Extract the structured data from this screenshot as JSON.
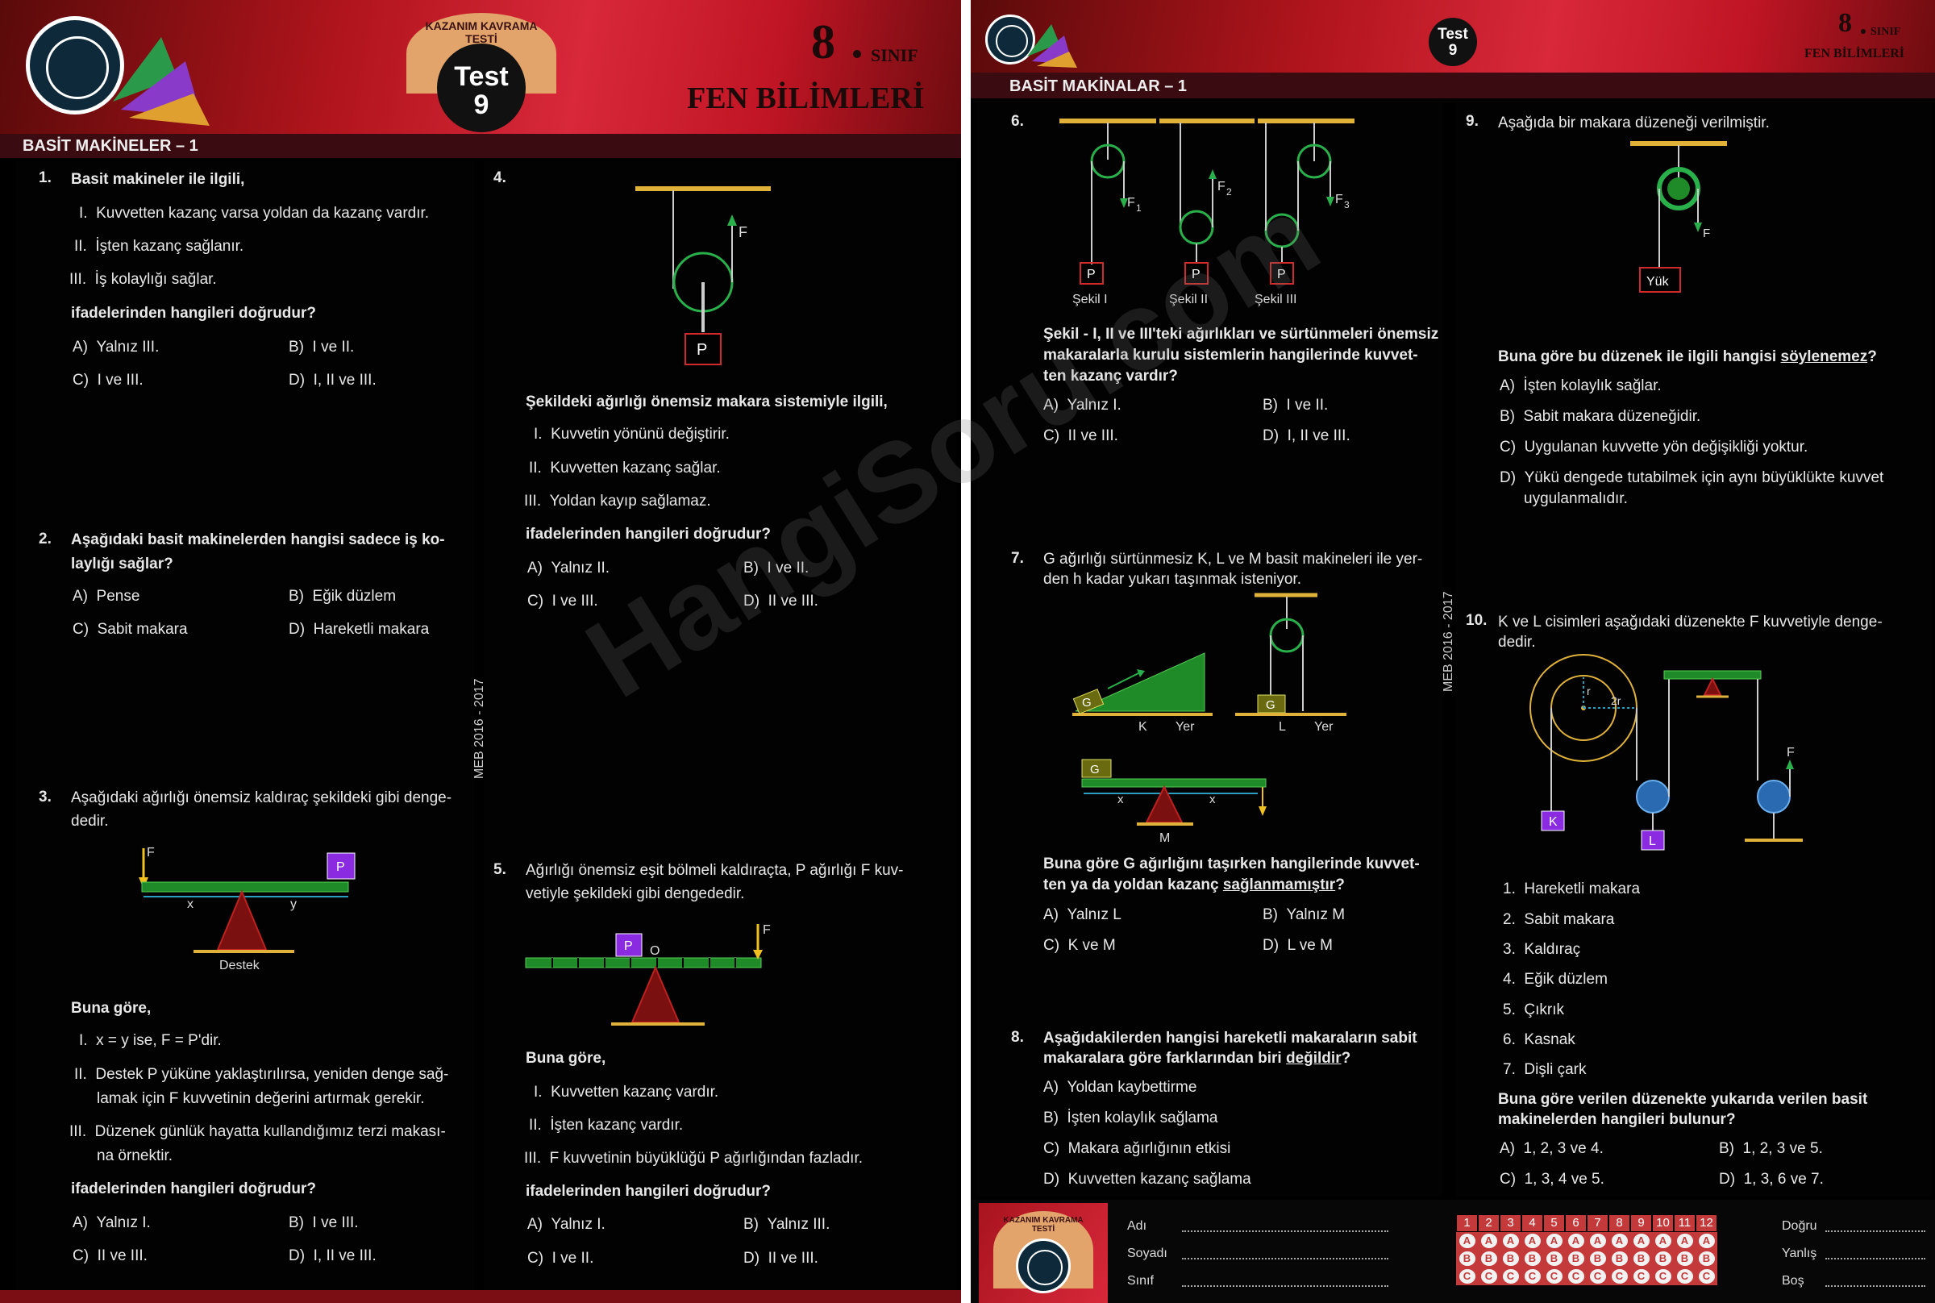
{
  "header": {
    "grade_num": "8",
    "grade_word": "SINIF",
    "subject": "FEN BİLİMLERİ",
    "badge_arc": "KAZANIM KAVRAMA TESTİ",
    "badge_test": "Test",
    "badge_no": "9",
    "unit_left": "BASİT MAKİNELER – 1",
    "unit_right": "BASİT MAKİNALAR – 1",
    "watermark": "HangiSoru.com",
    "meb": "MEB 2016 - 2017"
  },
  "q1": {
    "num": "1.",
    "stem": "Basit makineler ile ilgili,",
    "items": [
      "I.  Kuvvetten kazanç varsa yoldan da kazanç vardır.",
      "II.  İşten kazanç sağlanır.",
      "III.  İş kolaylığı sağlar."
    ],
    "ask": "ifadelerinden hangileri doğrudur?",
    "options": [
      "A)  Yalnız III.",
      "B)  I ve II.",
      "C)  I ve III.",
      "D)  I, II ve III."
    ]
  },
  "q2": {
    "num": "2.",
    "stem1": "Aşağıdaki basit makinelerden hangisi sadece iş ko-",
    "stem2": "laylığı sağlar?",
    "options": [
      "A)  Pense",
      "B)  Eğik düzlem",
      "C)  Sabit makara",
      "D)  Hareketli makara"
    ]
  },
  "q3": {
    "num": "3.",
    "stem1": "Aşağıdaki ağırlığı önemsiz kaldıraç şekildeki gibi denge-",
    "stem2": "dedir.",
    "fig": {
      "F": "F",
      "P": "P",
      "x": "x",
      "y": "y",
      "destek": "Destek"
    },
    "lead": "Buna göre,",
    "item1": "I.  x = y ise, F = P'dir.",
    "item2a": "II.  Destek P yüküne yaklaştırılırsa, yeniden denge sağ-",
    "item2b": "lamak için F kuvvetinin değerini artırmak gerekir.",
    "item3a": "III.  Düzenek günlük hayatta kullandığımız terzi makası-",
    "item3b": "na örnektir.",
    "ask": "ifadelerinden hangileri doğrudur?",
    "options": [
      "A)  Yalnız I.",
      "B)  I ve III.",
      "C)  II ve III.",
      "D)  I, II ve III."
    ]
  },
  "q4": {
    "num": "4.",
    "fig": {
      "F": "F",
      "P": "P"
    },
    "stem": "Şekildeki ağırlığı önemsiz makara sistemiyle ilgili,",
    "items": [
      "I.  Kuvvetin yönünü değiştirir.",
      "II.  Kuvvetten kazanç sağlar.",
      "III.  Yoldan kayıp sağlamaz."
    ],
    "ask": "ifadelerinden hangileri doğrudur?",
    "options": [
      "A)  Yalnız II.",
      "B)  I ve II.",
      "C)  I ve III.",
      "D)  II ve III."
    ]
  },
  "q5": {
    "num": "5.",
    "stem1": "Ağırlığı önemsiz eşit bölmeli kaldıraçta, P ağırlığı F kuv-",
    "stem2": "vetiyle şekildeki gibi dengededir.",
    "fig": {
      "P": "P",
      "O": "O",
      "F": "F"
    },
    "lead": "Buna göre,",
    "items": [
      "I.  Kuvvetten kazanç vardır.",
      "II.  İşten kazanç vardır.",
      "III.  F kuvvetinin büyüklüğü P ağırlığından fazladır."
    ],
    "ask": "ifadelerinden hangileri doğrudur?",
    "options": [
      "A)  Yalnız I.",
      "B)  Yalnız III.",
      "C)  I ve II.",
      "D)  II ve III."
    ]
  },
  "q6": {
    "num": "6.",
    "fig": {
      "F1": "F",
      "F1sub": "1",
      "F2": "F",
      "F2sub": "2",
      "F3": "F",
      "F3sub": "3",
      "P": "P",
      "s1": "Şekil I",
      "s2": "Şekil II",
      "s3": "Şekil III"
    },
    "stem1": "Şekil - I, II ve III'teki ağırlıkları ve sürtünmeleri önemsiz",
    "stem2": "makaralarla kurulu sistemlerin hangilerinde kuvvet-",
    "stem3": "ten kazanç vardır?",
    "options": [
      "A)  Yalnız I.",
      "B)  I ve II.",
      "C)  II ve III.",
      "D)  I, II ve III."
    ]
  },
  "q7": {
    "num": "7.",
    "stem1": "G ağırlığı sürtünmesiz K, L ve M basit makineleri ile yer-",
    "stem2": "den h kadar yukarı taşınmak isteniyor.",
    "fig": {
      "G": "G",
      "K": "K",
      "L": "L",
      "M": "M",
      "yer": "Yer",
      "x": "x"
    },
    "ask1": "Buna göre G ağırlığını taşırken hangilerinde kuvvet-",
    "ask2a": "ten ya da yoldan kazanç ",
    "ask2u": "sağlanmamıştır",
    "ask2b": "?",
    "options": [
      "A)  Yalnız L",
      "B)  Yalnız M",
      "C)  K ve M",
      "D)  L ve M"
    ]
  },
  "q8": {
    "num": "8.",
    "stem1": "Aşağıdakilerden hangisi hareketli makaraların sabit",
    "stem2a": "makaralara göre farklarından biri ",
    "stem2u": "değildir",
    "stem2b": "?",
    "options": [
      "A)  Yoldan kaybettirme",
      "B)  İşten kolaylık sağlama",
      "C)  Makara ağırlığının etkisi",
      "D)  Kuvvetten kazanç sağlama"
    ]
  },
  "q9": {
    "num": "9.",
    "stem": "Aşağıda bir makara düzeneği verilmiştir.",
    "fig": {
      "F": "F",
      "yuk": "Yük"
    },
    "ask_a": "Buna göre bu düzenek ile ilgili hangisi ",
    "ask_u": "söylenemez",
    "ask_b": "?",
    "options": [
      "A)  İşten kolaylık sağlar.",
      "B)  Sabit makara düzeneğidir.",
      "C)  Uygulanan kuvvette yön değişikliği yoktur."
    ],
    "optD1": "D)  Yükü dengede tutabilmek için aynı büyüklükte kuvvet",
    "optD2": "uygulanmalıdır."
  },
  "q10": {
    "num": "10.",
    "stem1": "K ve L cisimleri aşağıdaki düzenekte F kuvvetiyle denge-",
    "stem2": "dedir.",
    "fig": {
      "r": "r",
      "r2": "2r",
      "K": "K",
      "L": "L",
      "F": "F"
    },
    "list": [
      "1.  Hareketli makara",
      "2.  Sabit makara",
      "3.  Kaldıraç",
      "4.  Eğik düzlem",
      "5.  Çıkrık",
      "6.  Kasnak",
      "7.  Dişli çark"
    ],
    "ask1": "Buna göre verilen düzenekte yukarıda verilen basit",
    "ask2": "makinelerden hangileri bulunur?",
    "options": [
      "A)  1, 2, 3 ve 4.",
      "B)  1, 2, 3 ve 5.",
      "C)  1, 3, 4 ve 5.",
      "D)  1, 3, 6 ve 7."
    ]
  },
  "footer": {
    "adi": "Adı",
    "soyadi": "Soyadı",
    "sinif": "Sınıf",
    "dogru": "Doğru",
    "yanlis": "Yanlış",
    "bos": "Boş",
    "cols": [
      "1",
      "2",
      "3",
      "4",
      "5",
      "6",
      "7",
      "8",
      "9",
      "10",
      "11",
      "12"
    ],
    "letters": [
      "A",
      "B",
      "C"
    ]
  },
  "colors": {
    "red": "#c8202c",
    "green": "#1e8a28",
    "purple": "#8a2be2",
    "gold": "#e0b23a"
  }
}
